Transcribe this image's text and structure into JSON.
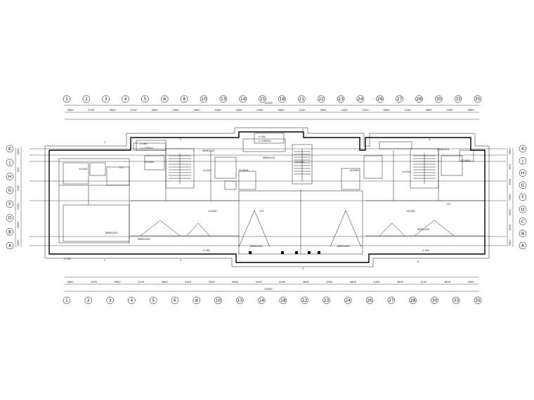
{
  "grid": {
    "top_axes": [
      "1",
      "2",
      "3",
      "4",
      "5",
      "6",
      "8",
      "10",
      "13",
      "14",
      "15",
      "18",
      "21",
      "22",
      "23",
      "24",
      "26",
      "27",
      "28",
      "30",
      "33",
      "35"
    ],
    "bottom_axes": [
      "1",
      "2",
      "3",
      "4",
      "5",
      "6",
      "8",
      "10",
      "13",
      "14",
      "18",
      "22",
      "23",
      "24",
      "26",
      "27",
      "28",
      "30",
      "33",
      "35"
    ],
    "rows_left": [
      "K",
      "J",
      "H",
      "G",
      "F",
      "D",
      "B",
      "A"
    ],
    "rows_right": [
      "K",
      "J",
      "H",
      "G",
      "F",
      "D",
      "C",
      "B",
      "A"
    ]
  },
  "dimensions": {
    "overall": "34100",
    "top_segments_1": [
      "3600",
      "2100",
      "3600",
      "2100",
      "3600",
      "2400",
      "3600",
      "3300",
      "1800",
      "2400",
      "3600",
      "2100",
      "3600",
      "1200",
      "2100",
      "3600",
      "2100",
      "3600",
      "2400",
      "3600"
    ],
    "bottom_segments_2": [
      "3600",
      "2100",
      "3600",
      "2100",
      "3600",
      "2400",
      "3300",
      "3600",
      "4200",
      "4200",
      "3600",
      "3300",
      "3600",
      "2400",
      "3600",
      "2100",
      "3600",
      "3300"
    ],
    "left_vertical": [
      "1500",
      "900",
      "1200",
      "3000",
      "4500",
      "1500"
    ],
    "right_vertical": [
      "1500",
      "900",
      "1200",
      "3000",
      "3000",
      "1500",
      "1500"
    ]
  },
  "rooms": {
    "stair_left": "LT1",
    "stair_mid": "LT2",
    "stair_right": "LT1",
    "elevation_main": "±0.000",
    "elevation_out": "-0.300",
    "door_labels": [
      "MDM2424",
      "MDM2424",
      "MDM2424",
      "MDM2424",
      "MDM2424",
      "MDM2424",
      "MDM2424",
      "MDM2424"
    ],
    "window_labels": [
      "SC0609",
      "SC0609",
      "SC0609",
      "SC0609"
    ],
    "notes": [
      "L=8%",
      "L=3.600m",
      "L=8%",
      "L=3.600m"
    ],
    "sections": [
      "1",
      "2",
      "3",
      "4",
      "1",
      "2",
      "3",
      "4"
    ]
  }
}
